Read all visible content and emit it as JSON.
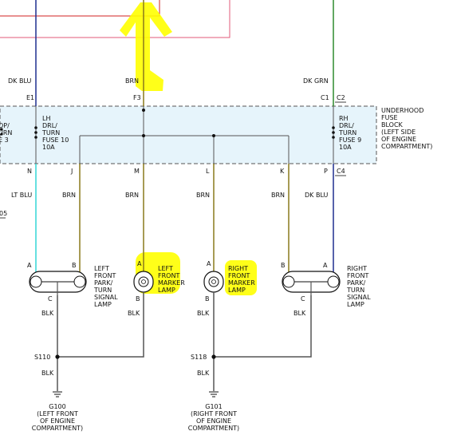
{
  "wire_colors": {
    "top_left": "DK BLU",
    "top_center": "BRN",
    "top_right": "DK GRN",
    "n": "LT BLU",
    "j": "BRN",
    "m": "BRN",
    "l": "BRN",
    "k": "BRN",
    "p": "DK BLU",
    "ground_1": "BLK",
    "ground_2": "BLK",
    "ground_3": "BLK",
    "ground_4": "BLK",
    "ground_5": "BLK",
    "ground_6": "BLK"
  },
  "pins": {
    "e1": "E1",
    "f3": "F3",
    "c1": "C1",
    "c2": "C2",
    "n": "N",
    "j": "J",
    "m": "M",
    "l": "L",
    "k": "K",
    "p": "P",
    "c4": "C4"
  },
  "fuse_block": {
    "lh_fuse": [
      "LH",
      "DRL/",
      "TURN",
      "FUSE 10",
      "10A"
    ],
    "rh_fuse": [
      "RH",
      "DRL/",
      "TURN",
      "FUSE 9",
      "10A"
    ],
    "left_clip": [
      "OP/",
      "URN",
      "E 3"
    ],
    "block_label": [
      "UNDERHOOD",
      "FUSE",
      "BLOCK",
      "(LEFT SIDE",
      "OF ENGINE",
      "COMPARTMENT)"
    ]
  },
  "left_margin_fragment": "05",
  "lamps": {
    "lf_park": [
      "LEFT",
      "FRONT",
      "PARK/",
      "TURN",
      "SIGNAL",
      "LAMP"
    ],
    "lf_marker": [
      "LEFT",
      "FRONT",
      "MARKER",
      "LAMP"
    ],
    "rf_marker": [
      "RIGHT",
      "FRONT",
      "MARKER",
      "LAMP"
    ],
    "rf_park": [
      "RIGHT",
      "FRONT",
      "PARK/",
      "TURN",
      "SIGNAL",
      "LAMP"
    ]
  },
  "lamp_pins": {
    "a1": "A",
    "b1": "B",
    "c1": "C",
    "a2": "A",
    "b2": "B",
    "a3": "A",
    "b3": "B",
    "b4": "B",
    "a4": "A",
    "c4": "C"
  },
  "splices": {
    "s110": "S110",
    "s118": "S118"
  },
  "grounds": {
    "g100": [
      "G100",
      "(LEFT FRONT",
      "OF ENGINE",
      "COMPARTMENT)"
    ],
    "g101": [
      "G101",
      "(RIGHT FRONT",
      "OF ENGINE",
      "COMPARTMENT)"
    ]
  },
  "colors": {
    "wire_dk_blu": "#1f2e8f",
    "wire_lt_blu": "#33d6d6",
    "wire_brn": "#8a7a1c",
    "wire_dk_grn": "#2e8b2e",
    "wire_blk": "#555555",
    "wire_pink": "#e05a7a",
    "wire_red": "#d02020",
    "fuse_block_fill": "#e6f4fb",
    "highlight": "#ffff00"
  }
}
